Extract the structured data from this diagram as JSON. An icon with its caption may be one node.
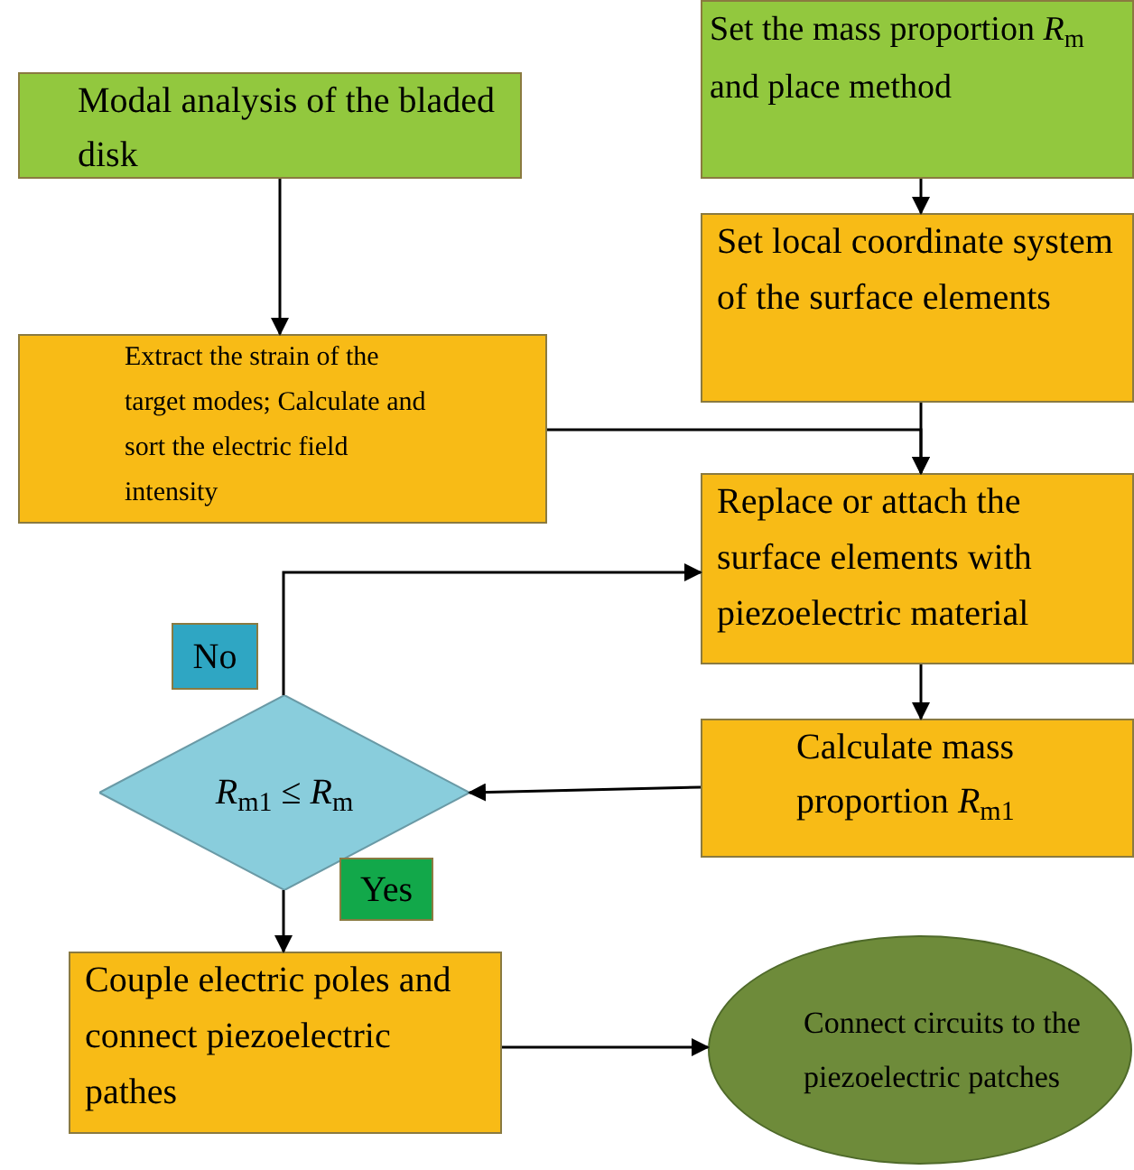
{
  "diagram": {
    "nodes": [
      {
        "text": [
          "Modal analysis of the bladed disk"
        ]
      },
      {
        "text": [
          "Set the mass proportion *R*$_{m}$ and place method"
        ]
      },
      {
        "text": [
          "Set local coordinate system of the surface elements"
        ]
      },
      {
        "text": [
          "Extract the strain of the target modes; Calculate and sort the electric field intensity"
        ]
      },
      {
        "text": [
          "Replace or attach the surface elements with piezoelectric material"
        ]
      },
      {
        "text": [
          "Calculate mass proportion *R*$_{m1}$"
        ]
      },
      {
        "text": [
          "*R*$_{m1}$ ≤ *R*$_{m}$"
        ]
      },
      {
        "text": [
          "No"
        ]
      },
      {
        "text": [
          "Yes"
        ]
      },
      {
        "text": [
          "Couple electric poles and connect piezoelectric pathes"
        ]
      },
      {
        "text": [
          "Connect circuits to the piezoelectric patches"
        ]
      }
    ],
    "edges": [
      {
        "from": 0,
        "to": 3,
        "arrow": "to"
      },
      {
        "from": 1,
        "to": 2,
        "arrow": "to"
      },
      {
        "from": 2,
        "to": 4,
        "arrow": "to"
      },
      {
        "from": 3,
        "to": 4,
        "arrow": "to"
      },
      {
        "from": 4,
        "to": 5,
        "arrow": "to"
      },
      {
        "from": 5,
        "to": 6,
        "arrow": "to"
      },
      {
        "from": 6,
        "to": 4,
        "arrow": "to"
      },
      {
        "from": 6,
        "to": 9,
        "arrow": "to"
      },
      {
        "from": 9,
        "to": 10,
        "arrow": "to"
      }
    ]
  }
}
